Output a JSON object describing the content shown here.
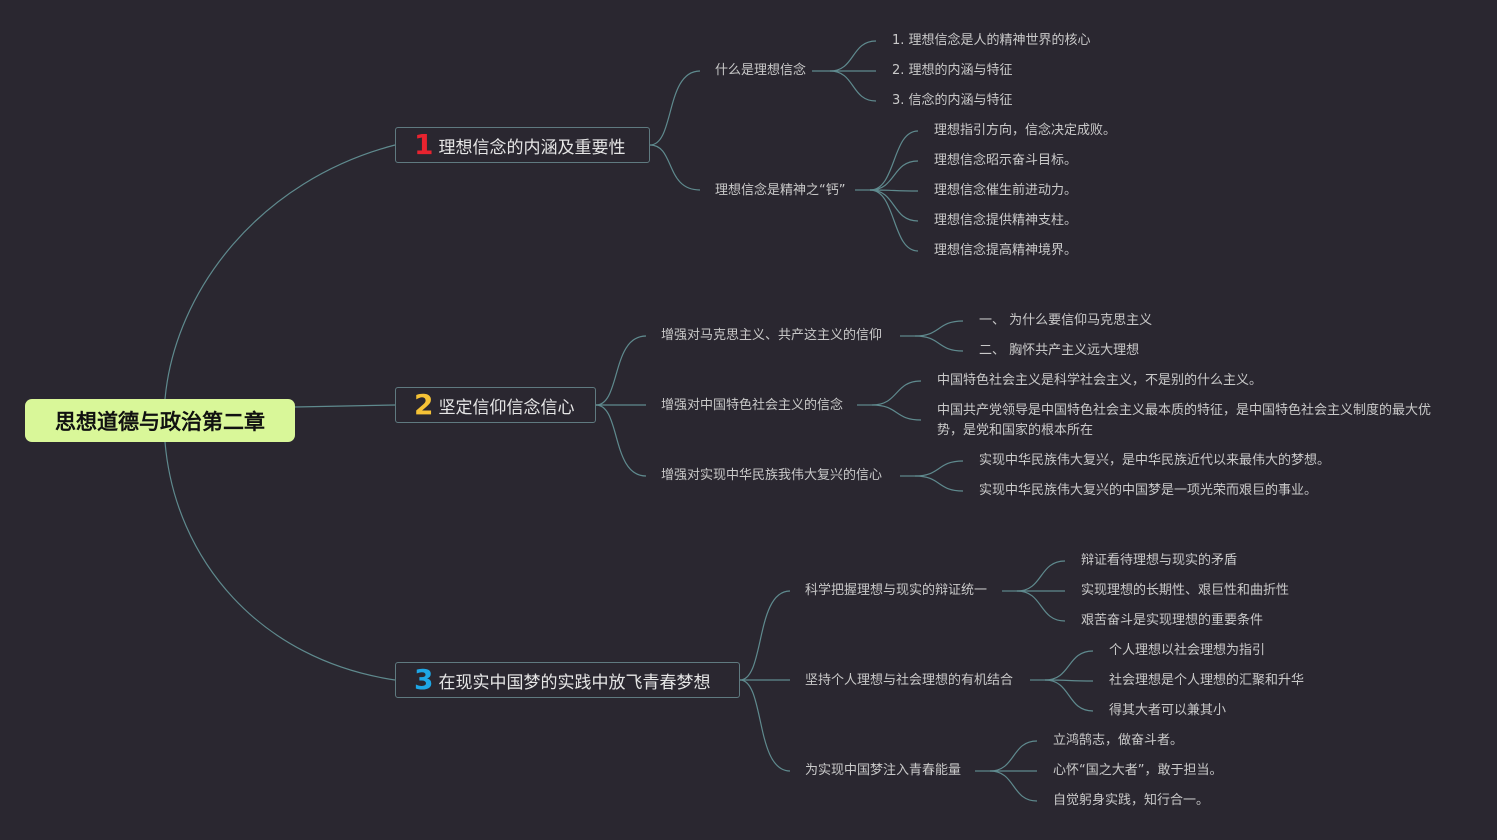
{
  "colors": {
    "background": "#2a2730",
    "root_fill": "#d9f799",
    "link": "#5f8a8e",
    "num_1": "#e8232f",
    "num_2": "#f5c236",
    "num_3": "#1ea7e6"
  },
  "root": {
    "label": "思想道德与政治第二章"
  },
  "branches": [
    {
      "num": "1",
      "label": "理想信念的内涵及重要性",
      "subs": [
        {
          "label": "什么是理想信念",
          "leaves": [
            "1. 理想信念是人的精神世界的核心",
            "2. 理想的内涵与特征",
            "3. 信念的内涵与特征"
          ]
        },
        {
          "label": "理想信念是精神之“钙”",
          "leaves": [
            "理想指引方向，信念决定成败。",
            "理想信念昭示奋斗目标。",
            "理想信念催生前进动力。",
            "理想信念提供精神支柱。",
            "理想信念提高精神境界。"
          ]
        }
      ]
    },
    {
      "num": "2",
      "label": "坚定信仰信念信心",
      "subs": [
        {
          "label": "增强对马克思主义、共产这主义的信仰",
          "leaves": [
            "一、 为什么要信仰马克思主义",
            "二、 胸怀共产主义远大理想"
          ]
        },
        {
          "label": "增强对中国特色社会主义的信念",
          "leaves": [
            "中国特色社会主义是科学社会主义，不是别的什么主义。",
            "中国共产党领导是中国特色社会主义最本质的特征，是中国特色社会主义制度的最大优势，是党和国家的根本所在"
          ]
        },
        {
          "label": "增强对实现中华民族我伟大复兴的信心",
          "leaves": [
            "实现中华民族伟大复兴，是中华民族近代以来最伟大的梦想。",
            "实现中华民族伟大复兴的中国梦是一项光荣而艰巨的事业。"
          ]
        }
      ]
    },
    {
      "num": "3",
      "label": "在现实中国梦的实践中放飞青春梦想",
      "subs": [
        {
          "label": "科学把握理想与现实的辩证统一",
          "leaves": [
            "辩证看待理想与现实的矛盾",
            "实现理想的长期性、艰巨性和曲折性",
            "艰苦奋斗是实现理想的重要条件"
          ]
        },
        {
          "label": "坚持个人理想与社会理想的有机结合",
          "leaves": [
            "个人理想以社会理想为指引",
            "社会理想是个人理想的汇聚和升华",
            "得其大者可以兼其小"
          ]
        },
        {
          "label": "为实现中国梦注入青春能量",
          "leaves": [
            "立鸿鹄志，做奋斗者。",
            "心怀“国之大者”，敢于担当。",
            "自觉躬身实践，知行合一。"
          ]
        }
      ]
    }
  ]
}
